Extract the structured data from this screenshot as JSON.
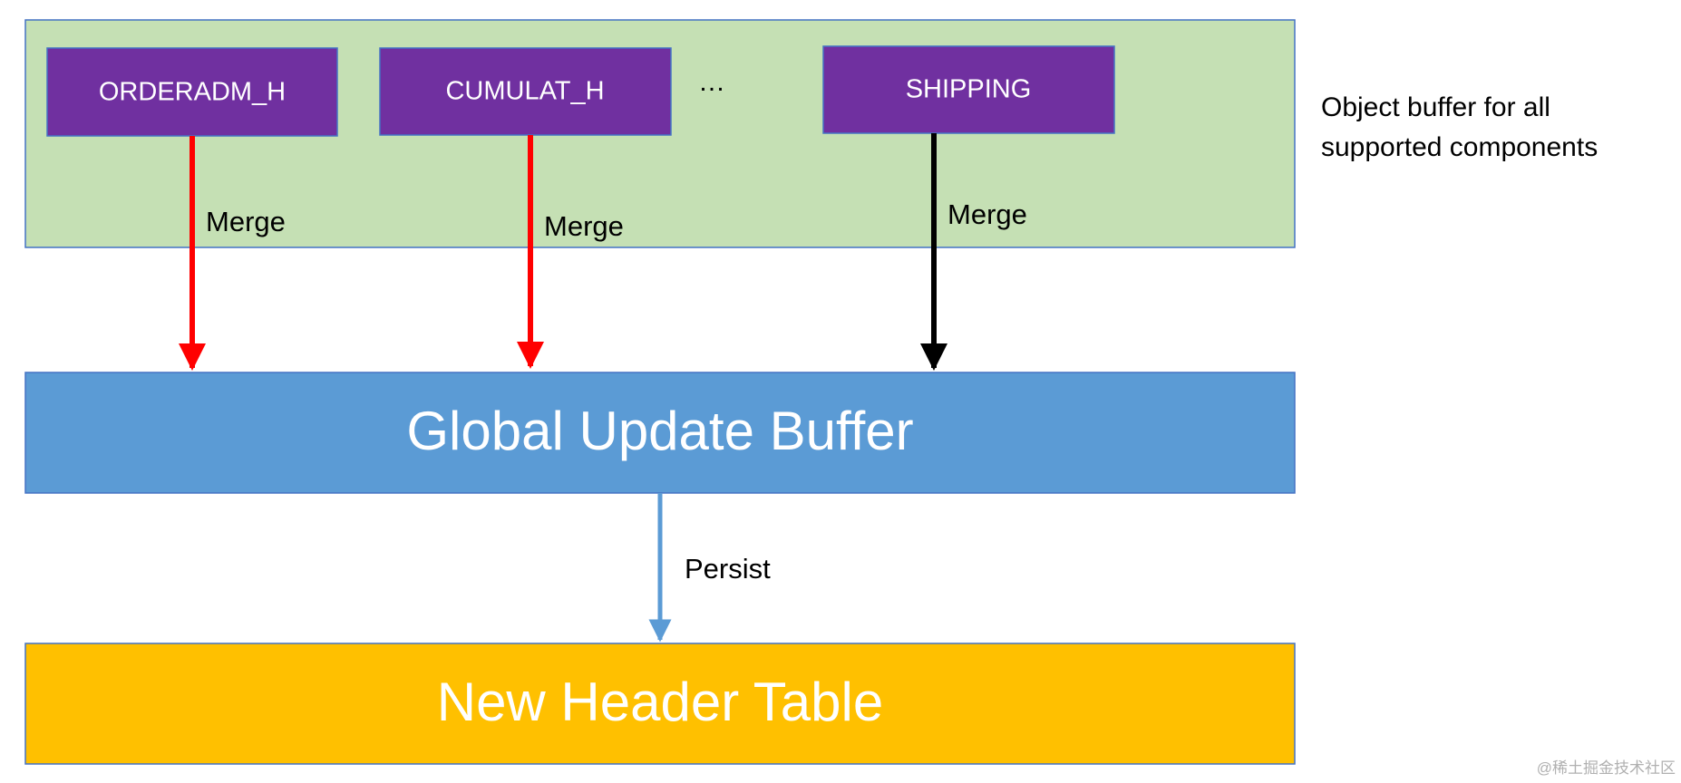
{
  "object_buffer": {
    "caption_line1": "Object buffer for all",
    "caption_line2": "supported components",
    "fill": "#c5e0b4",
    "border": "#4472c4"
  },
  "components": [
    {
      "id": "orderadm",
      "label": "ORDERADM_H",
      "fill": "#7030a0"
    },
    {
      "id": "cumulat",
      "label": "CUMULAT_H",
      "fill": "#7030a0"
    },
    {
      "id": "shipping",
      "label": "SHIPPING",
      "fill": "#7030a0"
    }
  ],
  "ellipsis": "…",
  "merge_edges": [
    {
      "label": "Merge",
      "color": "#ff0000"
    },
    {
      "label": "Merge",
      "color": "#ff0000"
    },
    {
      "label": "Merge",
      "color": "#000000"
    }
  ],
  "global_buffer": {
    "label": "Global Update Buffer",
    "fill": "#5b9bd5"
  },
  "persist_edge": {
    "label": "Persist",
    "color": "#5b9bd5"
  },
  "header_table": {
    "label": "New Header Table",
    "fill": "#ffc000"
  },
  "watermark": "@稀土掘金技术社区"
}
